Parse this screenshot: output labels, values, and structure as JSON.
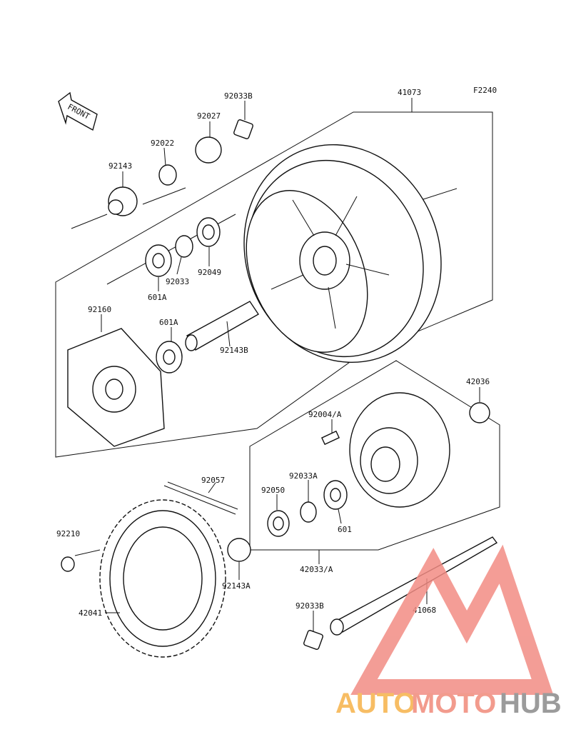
{
  "diagram": {
    "figure_code": "F2240",
    "front_arrow_label": "FRONT",
    "part_labels": [
      {
        "id": "p41073",
        "text": "41073"
      },
      {
        "id": "p92033B_top",
        "text": "92033B"
      },
      {
        "id": "p92027",
        "text": "92027"
      },
      {
        "id": "p92022",
        "text": "92022"
      },
      {
        "id": "p92143",
        "text": "92143"
      },
      {
        "id": "p92033",
        "text": "92033"
      },
      {
        "id": "p92049",
        "text": "92049"
      },
      {
        "id": "p601A_top",
        "text": "601A"
      },
      {
        "id": "p92160",
        "text": "92160"
      },
      {
        "id": "p601A_mid",
        "text": "601A"
      },
      {
        "id": "p92143B",
        "text": "92143B"
      },
      {
        "id": "p42036",
        "text": "42036"
      },
      {
        "id": "p92004A",
        "text": "92004/A"
      },
      {
        "id": "p92033A",
        "text": "92033A"
      },
      {
        "id": "p92050",
        "text": "92050"
      },
      {
        "id": "p601",
        "text": "601"
      },
      {
        "id": "p42033A",
        "text": "42033/A"
      },
      {
        "id": "p92057",
        "text": "92057"
      },
      {
        "id": "p92210",
        "text": "92210"
      },
      {
        "id": "p92143A",
        "text": "92143A"
      },
      {
        "id": "p42041",
        "text": "42041"
      },
      {
        "id": "p92033B_bot",
        "text": "92033B"
      },
      {
        "id": "p41068",
        "text": "41068"
      }
    ]
  },
  "watermark": {
    "text_part1": "AUTO",
    "text_part2": "MOTO",
    "text_part3": "HUB",
    "colors": {
      "auto": "#f6b24a",
      "moto": "#f08a7a",
      "hub": "#8a8a8a",
      "triangle": "#f28c84"
    }
  }
}
